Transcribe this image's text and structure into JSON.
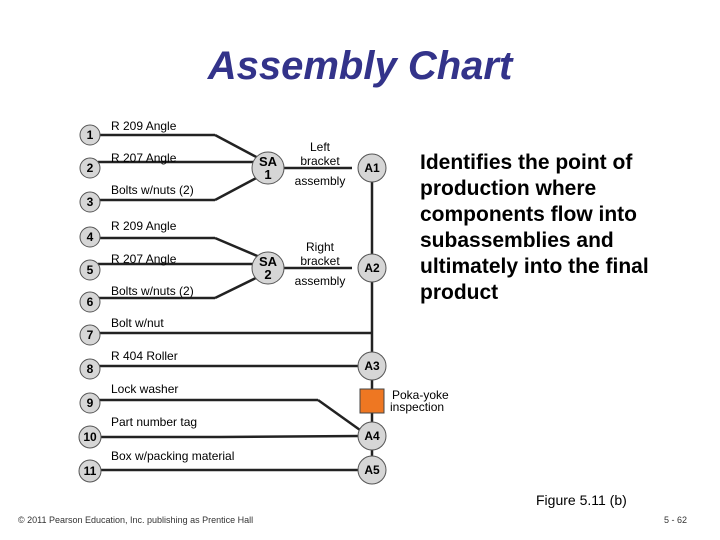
{
  "title": "Assembly Chart",
  "description": "Identifies the point of production where components flow into subassemblies and ultimately into the final product",
  "figure": "Figure 5.11 (b)",
  "copyright": "© 2011 Pearson Education, Inc. publishing as Prentice Hall",
  "page": "5 - 62",
  "components": [
    {
      "num": "1",
      "label": "R 209 Angle"
    },
    {
      "num": "2",
      "label": "R 207 Angle"
    },
    {
      "num": "3",
      "label": "Bolts w/nuts (2)"
    },
    {
      "num": "4",
      "label": "R 209 Angle"
    },
    {
      "num": "5",
      "label": "R 207 Angle"
    },
    {
      "num": "6",
      "label": "Bolts w/nuts (2)"
    },
    {
      "num": "7",
      "label": "Bolt w/nut"
    },
    {
      "num": "8",
      "label": "R 404 Roller"
    },
    {
      "num": "9",
      "label": "Lock washer"
    },
    {
      "num": "10",
      "label": "Part number tag"
    },
    {
      "num": "11",
      "label": "Box w/packing material"
    }
  ],
  "subassemblies": [
    {
      "code_line1": "SA",
      "code_line2": "1",
      "name_line1": "Left",
      "name_line2": "bracket",
      "name_line3": "assembly"
    },
    {
      "code_line1": "SA",
      "code_line2": "2",
      "name_line1": "Right",
      "name_line2": "bracket",
      "name_line3": "assembly"
    }
  ],
  "assembly_steps": [
    "A1",
    "A2",
    "A3",
    "A4",
    "A5"
  ],
  "inspection": {
    "line1": "Poka-yoke",
    "line2": "inspection",
    "color": "#ee7722"
  },
  "colors": {
    "title": "#33338a",
    "node_fill": "#d6d6d6",
    "line": "#222222"
  }
}
